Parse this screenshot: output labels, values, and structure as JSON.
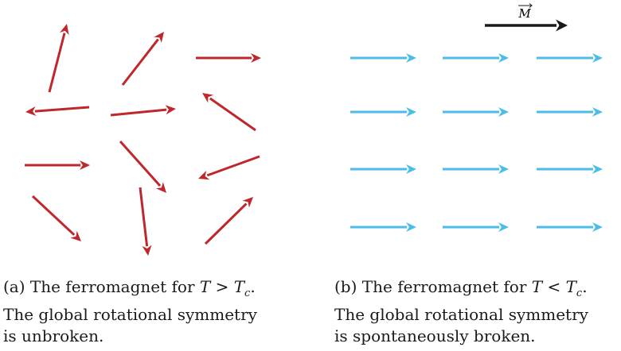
{
  "panel_a": {
    "arrow_color": "#c0272d",
    "arrow_count": 12,
    "caption": {
      "tag": "(a)",
      "lead": "The ferromagnet for",
      "math": "T > T",
      "subscript": "c",
      "end": ".",
      "line2": "The global rotational symmetry",
      "line3": "is unbroken."
    }
  },
  "panel_b": {
    "arrow_color": "#4bbde9",
    "arrow_grid": "4 rows × 3 columns, all pointing right",
    "magnetization_color": "#1a1a1a",
    "magnetization_label": "M",
    "caption": {
      "tag": "(b)",
      "lead": "The ferromagnet for",
      "math": "T < T",
      "subscript": "c",
      "end": ".",
      "line2": "The global rotational symmetry",
      "line3": "is spontaneously broken."
    }
  }
}
